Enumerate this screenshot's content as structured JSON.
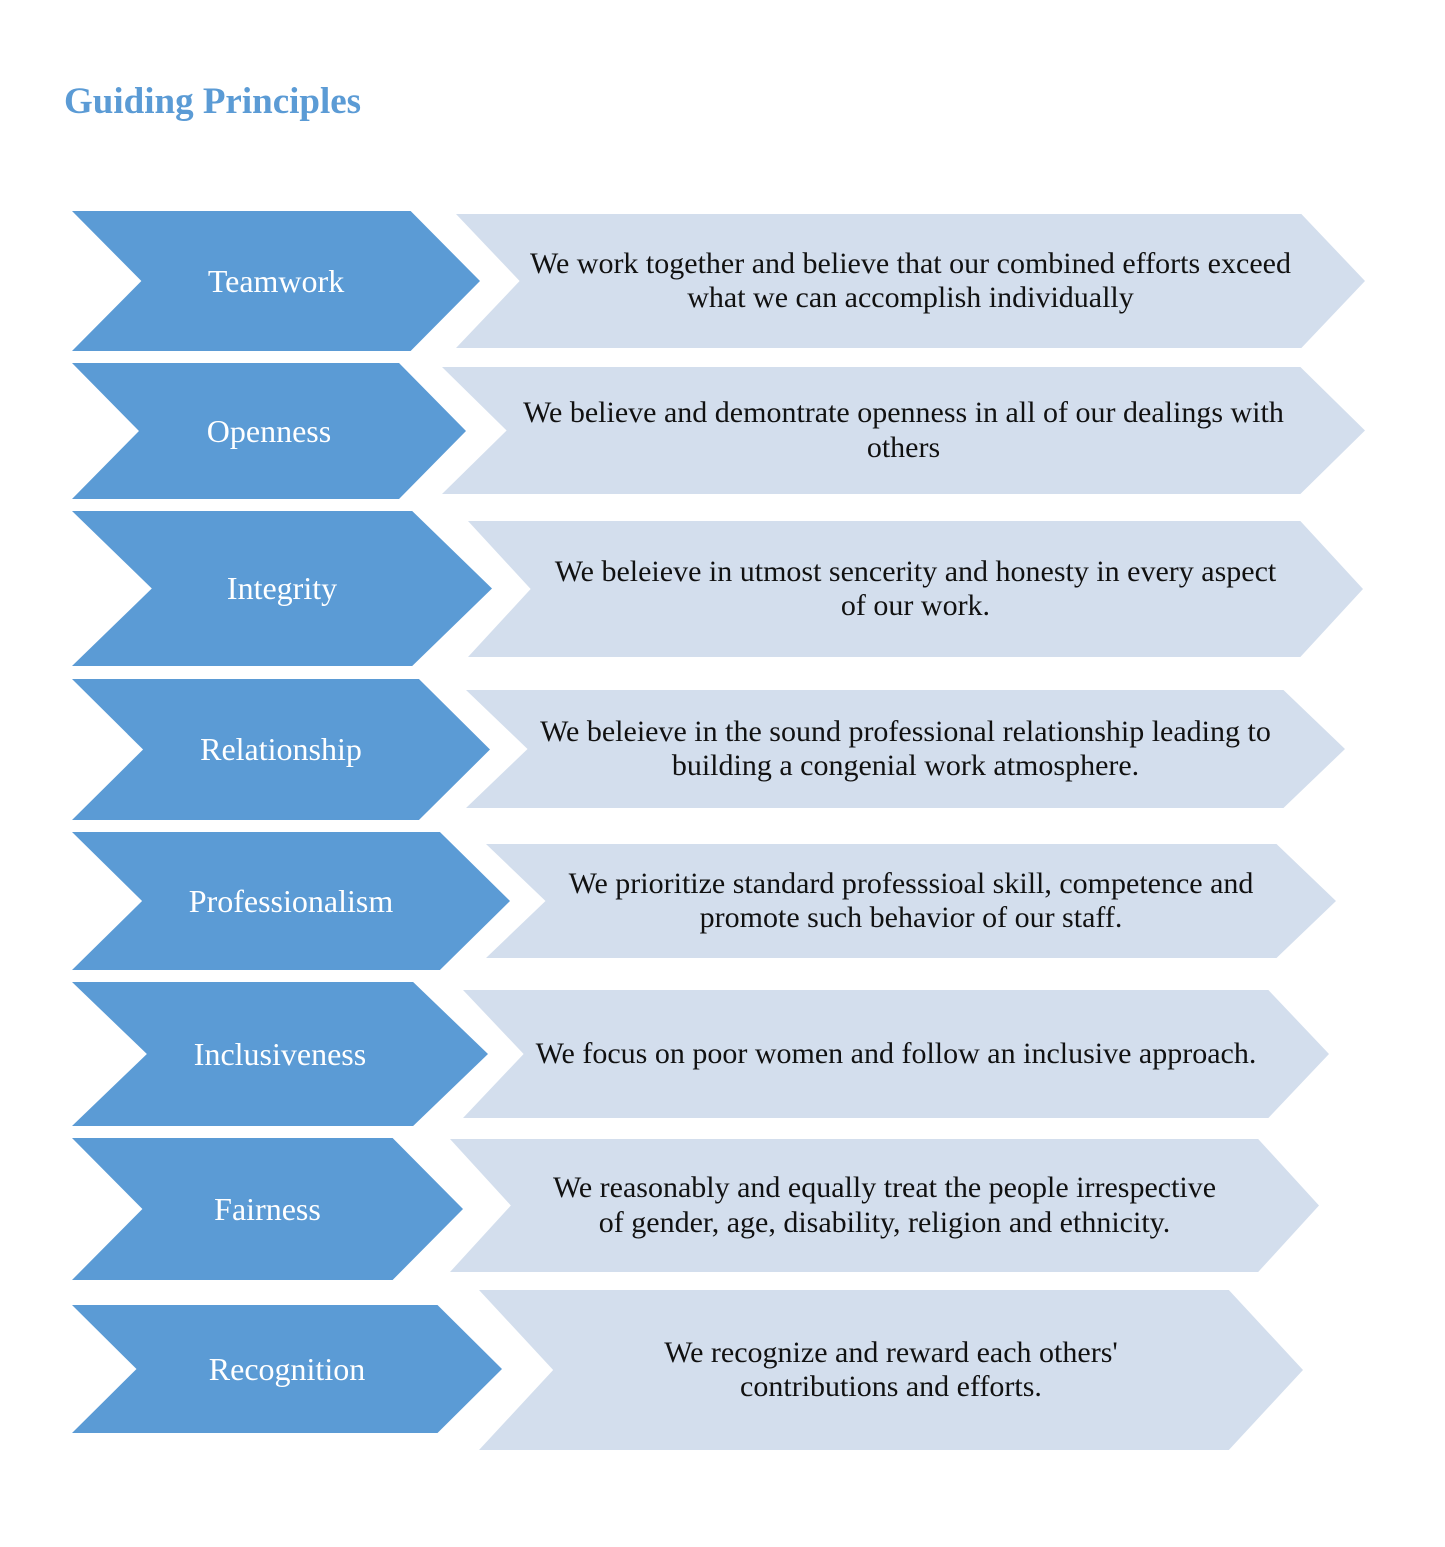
{
  "page": {
    "title": "Guiding Principles"
  },
  "colors": {
    "title": "#5b9bd5",
    "name_chevron": "#5b9bd5",
    "description_chevron": "#d3deed",
    "name_text": "#ffffff",
    "description_text": "#111111"
  },
  "principles": [
    {
      "name": "Teamwork",
      "description": "We work together and believe that our combined efforts exceed what we can accomplish individually"
    },
    {
      "name": "Openness",
      "description": "We believe and demontrate openness in all of our dealings with others"
    },
    {
      "name": "Integrity",
      "description": "We beleieve in utmost sencerity and honesty in every aspect of our work."
    },
    {
      "name": "Relationship",
      "description": "We beleieve in the sound professional relationship leading to building a congenial work atmosphere."
    },
    {
      "name": "Professionalism",
      "description": "We prioritize standard professsioal skill, competence and promote such behavior of our staff."
    },
    {
      "name": "Inclusiveness",
      "description": "We focus on poor women and follow an inclusive approach."
    },
    {
      "name": "Fairness",
      "description": "We reasonably and equally treat the people irrespective of gender, age, disability, religion and ethnicity."
    },
    {
      "name": "Recognition",
      "description": "We recognize and reward each others' contributions and efforts."
    }
  ]
}
